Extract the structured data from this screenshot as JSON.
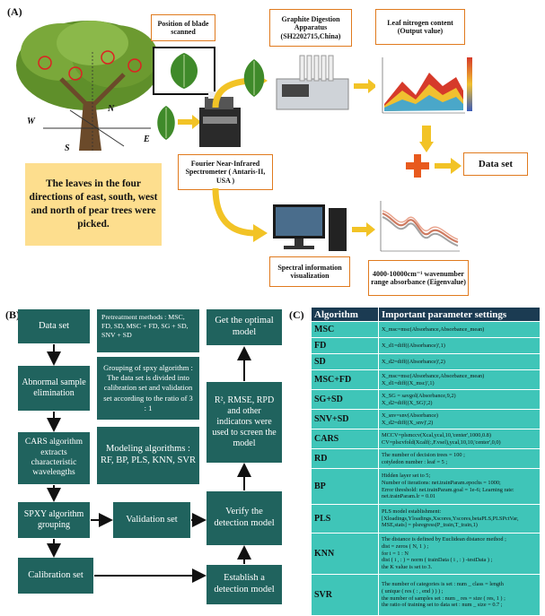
{
  "panelA": {
    "label": "(A)",
    "position_box": "Position of blade scanned",
    "graphite_box": "Graphite Digestion Apparatus (SH2202715,China)",
    "leafn_box": "Leaf nitrogen content (Output value)",
    "ftnir_box": "Fourier Near-Infrared Spectrometer ( Antaris-II, USA )",
    "dataset_box": "Data set",
    "spectral_box": "Spectral information visualization",
    "wavenumber_box": "4000-10000cm⁻¹ wavenumber range absorbance (Eigenvalue)",
    "note": "The leaves in the four directions of east, south, west and north of pear trees were picked.",
    "dir_w": "W",
    "dir_n": "N",
    "dir_s": "S",
    "dir_e": "E"
  },
  "panelB": {
    "label": "(B)",
    "data_set": "Data set",
    "abnormal": "Abnormal sample elimination",
    "cars": "CARS algorithm extracts characteristic wavelengths",
    "spxy": "SPXY algorithm grouping",
    "calibration": "Calibration set",
    "validation": "Validation set",
    "pretreatment": "Pretreatment methods : MSC, FD, SD, MSC + FD, SG + SD, SNV + SD",
    "grouping": "Grouping of spxy algorithm : The data set is divided into calibration set and validation set according to the ratio of 3 : 1",
    "modeling": "Modeling algorithms : RF, BP, PLS, KNN, SVR",
    "optimal": "Get the optimal model",
    "indicators": "R², RMSE, RPD and other indicators were used to screen the model",
    "verify": "Verify the detection model",
    "establish": "Establish a detection model"
  },
  "panelC": {
    "label": "(C)",
    "header_alg": "Algorithm",
    "header_param": "Important parameter settings",
    "rows": [
      {
        "alg": "MSC",
        "param": "X_msc=msc(Absorbance,Absorbance_mean)"
      },
      {
        "alg": "FD",
        "param": "X_d1=diff((Absorbance)',1)"
      },
      {
        "alg": "SD",
        "param": "X_d2=diff((Absorbance)',2)"
      },
      {
        "alg": "MSC+FD",
        "param": "X_msc=msc(Absorbance,Absorbance_mean)\nX_d1=diff((X_msc)',1)"
      },
      {
        "alg": "SG+SD",
        "param": "X_SG = savgol(Absorbance,9,2)\nX_d2=diff((X_SG)',2)"
      },
      {
        "alg": "SNV+SD",
        "param": "X_snv=snv(Absorbance)\nX_d2=diff((X_snv)',2)"
      },
      {
        "alg": "CARS",
        "param": "MCCV=plsmccv(Xcal,ycal,10,'center',1000,0.8)\nCV=plscvfold(Xcalf(:,F.vsel),ycal,10,10,'center',0,0)"
      },
      {
        "alg": "RD",
        "param": "The number of decision trees = 100 ;\ncotyledon number : leaf = 5 ;"
      },
      {
        "alg": "BP",
        "param": "Hidden layer set to 5;\n Number of iterations: net.trainParam.epochs = 1000;\nError threshold: net.trainParam.goal = 1e-6; Learning rate:\nnet.trainParam.lr = 0.01"
      },
      {
        "alg": "PLS",
        "param": "PLS model establishment:\n[Xloadings,Yloadings,Xscores,Yscores,betaPLS,PLSPctVar,\nMSE,stats] = plsregress(P_train,T_train,1)"
      },
      {
        "alg": "KNN",
        "param": "The distance is defined by Euclidean distance method ;\ndist = zeros ( N, 1 ) ;\nfor i = 1 : N\ndist ( i , : ) = norm ( trainData ( i , : ) -testData ) ;\nthe K value is set to 3."
      },
      {
        "alg": "SVR",
        "param": "The number of categories is set : num _ class = length\n( unique ( res ( : , end ) ) ) ;\nthe number of samples set : num _ res = size ( res, 1 ) ;\nthe ratio of training set to data set : num _ size = 0.7 ;"
      }
    ]
  },
  "colors": {
    "teal_dark": "#20635e",
    "teal_light": "#3fc5b8",
    "navy": "#1b3b52",
    "orange": "#e07a1e",
    "yellow": "#fdde8e"
  }
}
